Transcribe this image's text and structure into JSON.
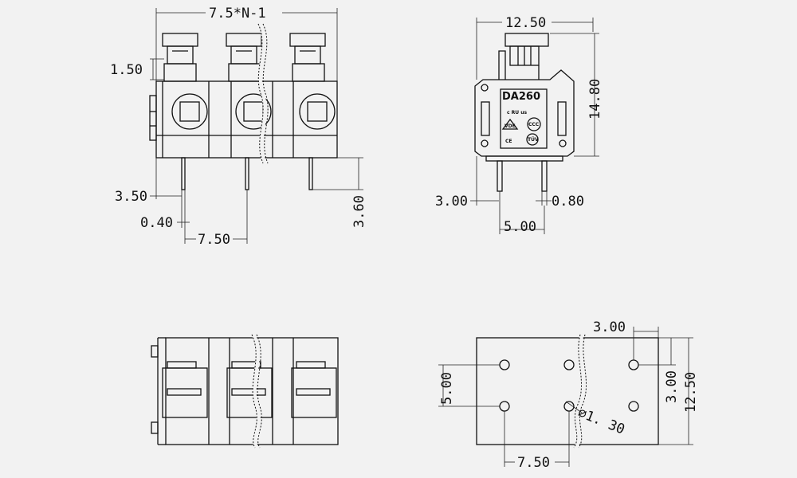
{
  "dimensions": {
    "pitch_formula": "7.5*N-1",
    "cap_height": "1.50",
    "pin_offset": "3.50",
    "pin_width": "0.40",
    "pitch": "7.50",
    "pin_length": "3.60",
    "side_width": "12.50",
    "side_height": "14.80",
    "side_pin_offset": "3.00",
    "side_pin_width": "0.80",
    "side_pin_spacing": "5.00",
    "pcb_top": "3.00",
    "pcb_row_spacing": "5.00",
    "pcb_right_spacing": "3.00",
    "pcb_depth": "12.50",
    "hole_diameter": "∅1. 30",
    "pcb_pitch": "7.50"
  },
  "markings": {
    "model": "DA260",
    "ul": "c RU us",
    "vde": "VDE",
    "ccc": "CCC",
    "ce": "CE",
    "tuv": "TÜV"
  }
}
